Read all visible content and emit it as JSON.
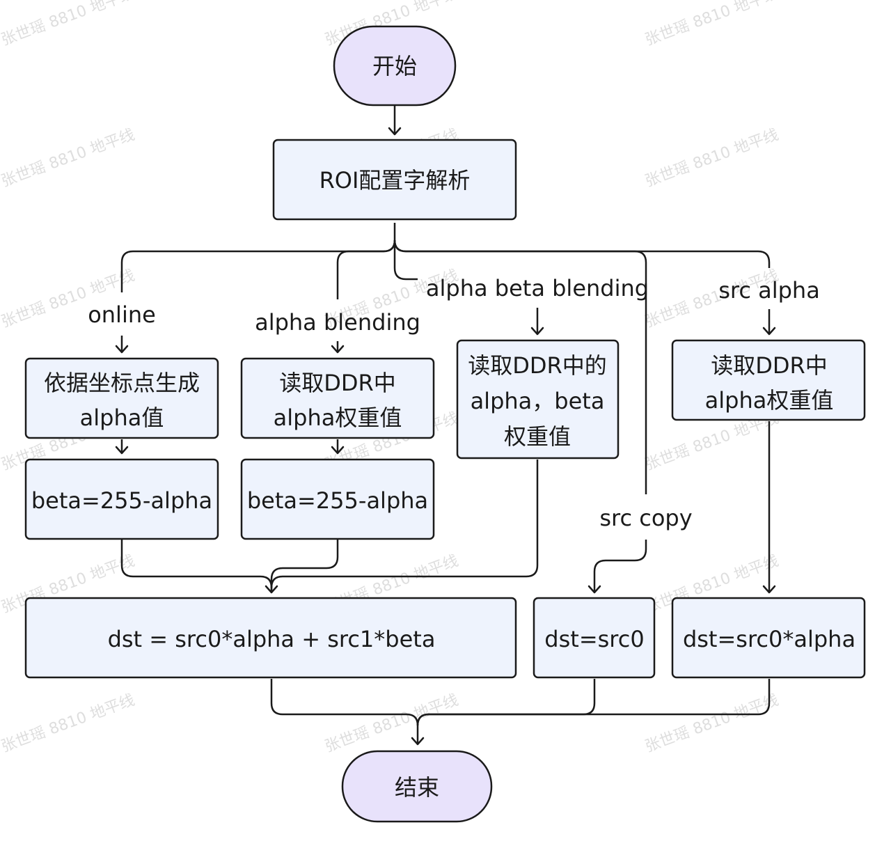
{
  "watermark": "张世瑶 8810 地平线",
  "nodes": {
    "start": "开始",
    "parse": "ROI配置字解析",
    "online_gen": [
      "依据坐标点生成",
      "alpha值"
    ],
    "online_beta": "beta=255-alpha",
    "ab_read": [
      "读取DDR中",
      "alpha权重值"
    ],
    "ab_beta": "beta=255-alpha",
    "abb_read": [
      "读取DDR中的",
      "alpha，beta",
      "权重值"
    ],
    "sa_read": [
      "读取DDR中",
      "alpha权重值"
    ],
    "blend": "dst = src0*alpha  + src1*beta",
    "copy": "dst=src0",
    "src_alpha": "dst=src0*alpha",
    "end": "结束"
  },
  "edges": {
    "online": "online",
    "alpha_blending": "alpha blending",
    "alpha_beta_blending": "alpha beta blending",
    "src_copy": "src copy",
    "src_alpha": "src alpha"
  }
}
